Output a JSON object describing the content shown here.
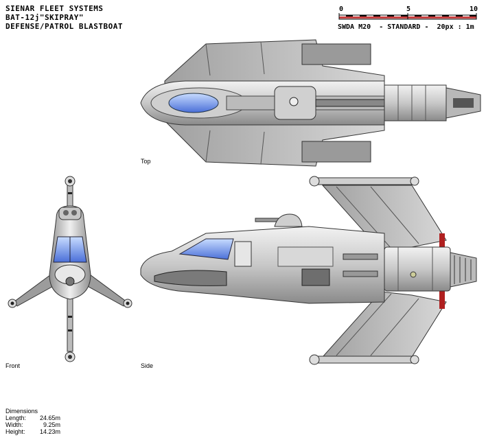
{
  "header": {
    "line1": "SIENAR FLEET SYSTEMS",
    "line2": "BAT-12j\"SKIPRAY\"",
    "line3": "DEFENSE/PATROL BLASTBOAT"
  },
  "scale": {
    "tick_start": "0",
    "tick_mid": "5",
    "tick_end": "10",
    "standard": "SWDA M20",
    "mode": "- STANDARD -",
    "ratio": "20px : 1m"
  },
  "views": {
    "top": "Top",
    "front": "Front",
    "side": "Side"
  },
  "dimensions": {
    "title": "Dimensions",
    "length_label": "Length:",
    "length_value": "24.65m",
    "width_label": "Width:",
    "width_value": "9.25m",
    "height_label": "Height:",
    "height_value": "14.23m"
  },
  "colors": {
    "hull_light": "#d8d8d8",
    "hull_mid": "#a8a8a8",
    "hull_dark": "#707070",
    "canopy": "#6a8fe8",
    "scale_red": "#c84040"
  }
}
